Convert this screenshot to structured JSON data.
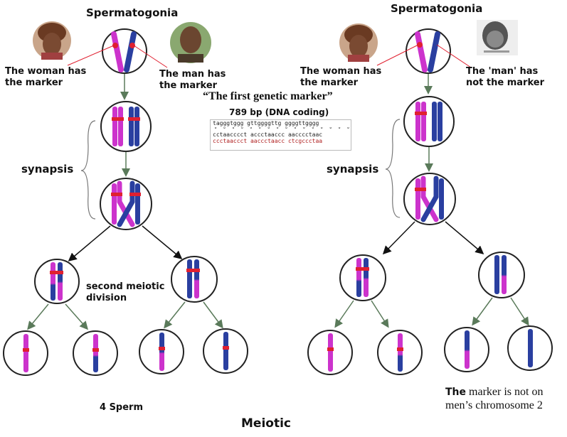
{
  "left_panel": {
    "title": "Spermatogonia",
    "woman_label": [
      "The woman has",
      "the marker"
    ],
    "man_label": [
      "The man has",
      "the marker"
    ],
    "stage_label": "synapsis",
    "division_label": [
      "second meiotic",
      "division"
    ],
    "sperm_label": "4 Sperm"
  },
  "right_panel": {
    "title": "Spermatogonia",
    "woman_label": [
      "The woman has",
      "the marker"
    ],
    "man_label": [
      "The 'man' has",
      "not the marker"
    ],
    "stage_label": "synapsis",
    "note_bold": "The",
    "note_line1": " marker is not on",
    "note_line2": "men’s chromosome 2"
  },
  "center": {
    "heading": "“The first genetic marker”",
    "subheading": "789 bp (DNA coding)",
    "sequence": [
      "tagggtggg gttggggttg ggggttgggg",
      "cctaacccct accctaaccc aacccctaac",
      "ccctaaccct aaccctaacc ctcgccctaa"
    ]
  },
  "footer": {
    "caption": "Meiotic"
  },
  "colors": {
    "magenta": "#cc33cc",
    "blue": "#2a3fa0",
    "marker": "#e02030",
    "arrow": "#5a7a5a"
  }
}
